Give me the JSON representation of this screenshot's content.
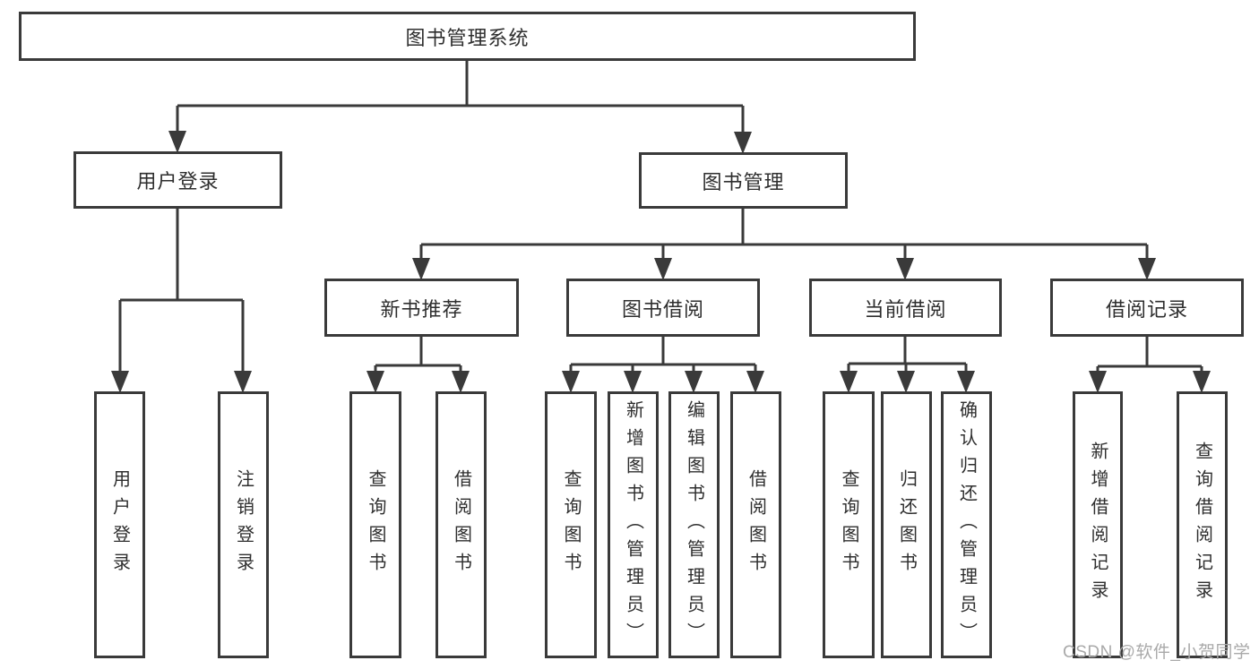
{
  "diagram": {
    "root": {
      "label": "图书管理系统"
    },
    "level2": [
      {
        "label": "用户登录"
      },
      {
        "label": "图书管理"
      }
    ],
    "level3": [
      {
        "label": "新书推荐"
      },
      {
        "label": "图书借阅"
      },
      {
        "label": "当前借阅"
      },
      {
        "label": "借阅记录"
      }
    ],
    "leaves": [
      {
        "label": "用户登录"
      },
      {
        "label": "注销登录"
      },
      {
        "label": "查询图书"
      },
      {
        "label": "借阅图书"
      },
      {
        "label": "查询图书"
      },
      {
        "label": "新增图书（管理员）"
      },
      {
        "label": "编辑图书（管理员）"
      },
      {
        "label": "借阅图书"
      },
      {
        "label": "查询图书"
      },
      {
        "label": "归还图书"
      },
      {
        "label": "确认归还（管理员）"
      },
      {
        "label": "新增借阅记录"
      },
      {
        "label": "查询借阅记录"
      }
    ]
  },
  "watermark": {
    "text": "CSDN @软件_小贺同学"
  },
  "colors": {
    "line": "#3a3a3a",
    "border": "#3a3a3a",
    "text": "#2e2e2e",
    "watermark_text": "#a9a9a9",
    "background": "#ffffff"
  }
}
